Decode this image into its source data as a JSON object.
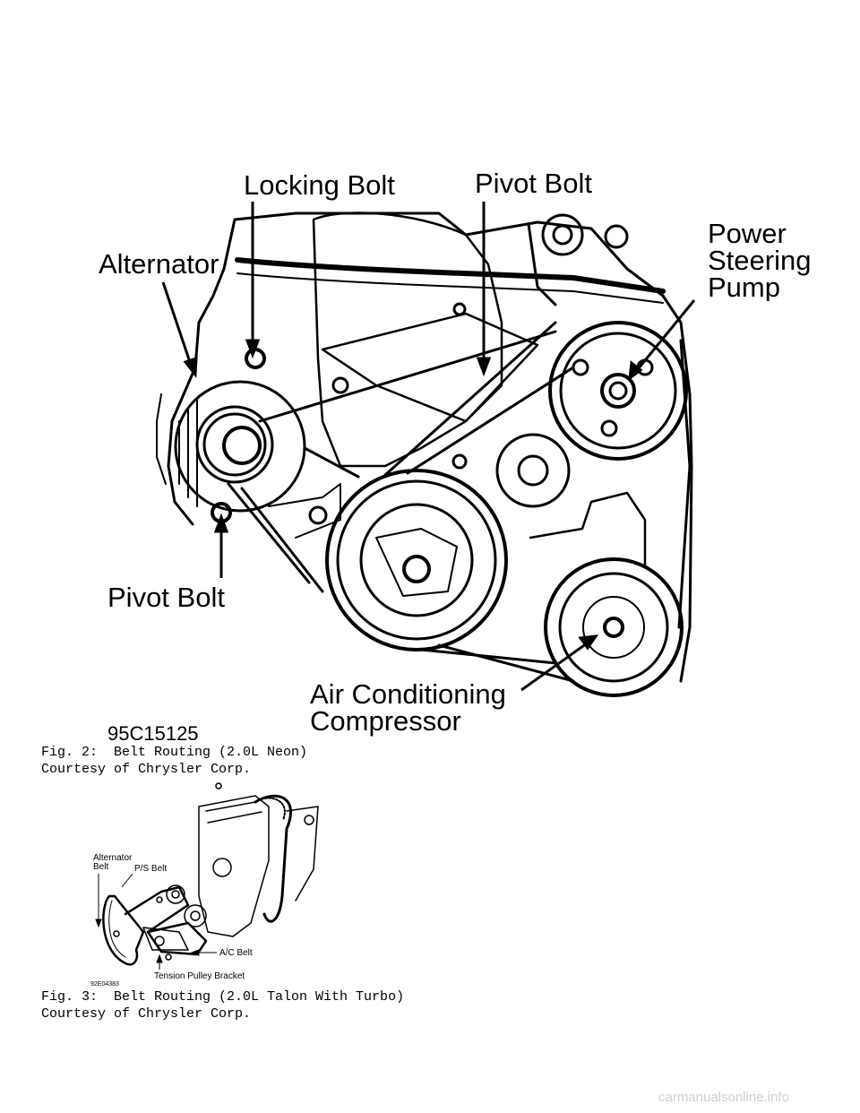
{
  "figure1": {
    "labels": {
      "locking_bolt": "Locking Bolt",
      "pivot_bolt_top": "Pivot Bolt",
      "power_steering_pump": "Power\nSteering\nPump",
      "alternator": "Alternator",
      "pivot_bolt_bottom": "Pivot Bolt",
      "ac_compressor": "Air Conditioning\nCompressor",
      "figure_code": "95C15125"
    },
    "caption_line1": "Fig. 2:  Belt Routing (2.0L Neon)",
    "caption_line2": "Courtesy of Chrysler Corp."
  },
  "figure2": {
    "labels": {
      "alternator_belt": "Alternator\nBelt",
      "ps_belt": "P/S Belt",
      "ac_belt": "A/C Belt",
      "tension_pulley_bracket": "Tension Pulley Bracket",
      "figure_code": "92E04383"
    },
    "caption_line1": "Fig. 3:  Belt Routing (2.0L Talon With Turbo)",
    "caption_line2": "Courtesy of Chrysler Corp."
  },
  "watermark": "carmanualsonline.info"
}
